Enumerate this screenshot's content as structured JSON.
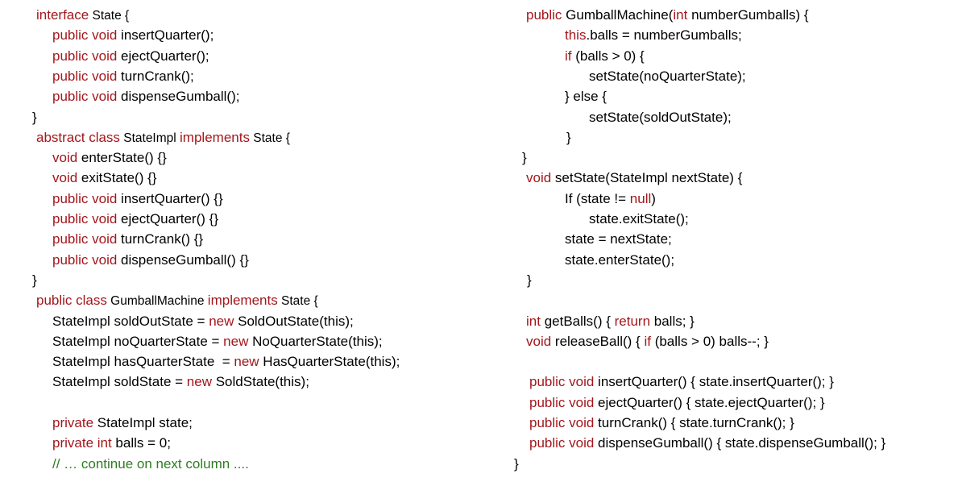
{
  "left_column": [
    [
      {
        "t": "interface",
        "c": "kw"
      },
      {
        "t": " State {",
        "c": "small"
      }
    ],
    [
      {
        "t": "public void",
        "c": "kw"
      },
      {
        "t": " insertQuarter();"
      }
    ],
    [
      {
        "t": "public void",
        "c": "kw"
      },
      {
        "t": " ejectQuarter();"
      }
    ],
    [
      {
        "t": "public void",
        "c": "kw"
      },
      {
        "t": " turnCrank();"
      }
    ],
    [
      {
        "t": "public void",
        "c": "kw"
      },
      {
        "t": " dispenseGumball();"
      }
    ],
    [
      {
        "t": "}"
      }
    ],
    [
      {
        "t": "abstract class",
        "c": "kw"
      },
      {
        "t": " StateImpl ",
        "c": "small"
      },
      {
        "t": "implements",
        "c": "kw"
      },
      {
        "t": " State {",
        "c": "small"
      }
    ],
    [
      {
        "t": "void",
        "c": "kw"
      },
      {
        "t": " enterState() {}"
      }
    ],
    [
      {
        "t": "void",
        "c": "kw"
      },
      {
        "t": " exitState() {}"
      }
    ],
    [
      {
        "t": "public void",
        "c": "kw"
      },
      {
        "t": " insertQuarter() {}"
      }
    ],
    [
      {
        "t": "public void",
        "c": "kw"
      },
      {
        "t": " ejectQuarter() {}"
      }
    ],
    [
      {
        "t": "public void",
        "c": "kw"
      },
      {
        "t": " turnCrank() {}"
      }
    ],
    [
      {
        "t": "public void",
        "c": "kw"
      },
      {
        "t": " dispenseGumball() {}"
      }
    ],
    [
      {
        "t": "}"
      }
    ],
    [
      {
        "t": "public class",
        "c": "kw"
      },
      {
        "t": " GumballMachine ",
        "c": "small"
      },
      {
        "t": "implements",
        "c": "kw"
      },
      {
        "t": " State {",
        "c": "small"
      }
    ],
    [
      {
        "t": "StateImpl soldOutState = "
      },
      {
        "t": "new",
        "c": "kw"
      },
      {
        "t": " SoldOutState(this);"
      }
    ],
    [
      {
        "t": "StateImpl noQuarterState = "
      },
      {
        "t": "new",
        "c": "kw"
      },
      {
        "t": " NoQuarterState(this);"
      }
    ],
    [
      {
        "t": "StateImpl hasQuarterState  = "
      },
      {
        "t": "new",
        "c": "kw"
      },
      {
        "t": " HasQuarterState(this);"
      }
    ],
    [
      {
        "t": "StateImpl soldState = "
      },
      {
        "t": "new",
        "c": "kw"
      },
      {
        "t": " SoldState(this);"
      }
    ],
    [],
    [
      {
        "t": "private",
        "c": "kw"
      },
      {
        "t": " StateImpl state;"
      }
    ],
    [
      {
        "t": "private int",
        "c": "kw"
      },
      {
        "t": " balls = 0;"
      }
    ],
    [
      {
        "t": "// … continue on next column ....",
        "c": "cm"
      }
    ]
  ],
  "right_column": [
    [
      {
        "t": "public",
        "c": "kw"
      },
      {
        "t": " GumballMachine("
      },
      {
        "t": "int",
        "c": "kw"
      },
      {
        "t": " numberGumballs) {"
      }
    ],
    [
      {
        "t": "this",
        "c": "kw"
      },
      {
        "t": ".balls = numberGumballs;"
      }
    ],
    [
      {
        "t": "if",
        "c": "kw"
      },
      {
        "t": " (balls > 0) {"
      }
    ],
    [
      {
        "t": "setState(noQuarterState);"
      }
    ],
    [
      {
        "t": "} else {"
      }
    ],
    [
      {
        "t": "setState(soldOutState);"
      }
    ],
    [
      {
        "t": "}"
      }
    ],
    [
      {
        "t": "}"
      }
    ],
    [
      {
        "t": "void",
        "c": "kw"
      },
      {
        "t": " setState(StateImpl nextState) {"
      }
    ],
    [
      {
        "t": "If (state != "
      },
      {
        "t": "null",
        "c": "kw"
      },
      {
        "t": ")"
      }
    ],
    [
      {
        "t": "state.exitState();"
      }
    ],
    [
      {
        "t": "state = nextState;"
      }
    ],
    [
      {
        "t": "state.enterState();"
      }
    ],
    [
      {
        "t": "}"
      }
    ],
    [],
    [
      {
        "t": "int",
        "c": "kw"
      },
      {
        "t": " getBalls() { "
      },
      {
        "t": "return",
        "c": "kw"
      },
      {
        "t": " balls; }"
      }
    ],
    [
      {
        "t": "void",
        "c": "kw"
      },
      {
        "t": " releaseBall() { "
      },
      {
        "t": "if",
        "c": "kw"
      },
      {
        "t": " (balls > 0) balls--; }"
      }
    ],
    [],
    [
      {
        "t": "public void",
        "c": "kw"
      },
      {
        "t": " insertQuarter() { state.insertQuarter(); }"
      }
    ],
    [
      {
        "t": "public void",
        "c": "kw"
      },
      {
        "t": " ejectQuarter() { state.ejectQuarter(); }"
      }
    ],
    [
      {
        "t": "public void",
        "c": "kw"
      },
      {
        "t": " turnCrank() { state.turnCrank(); }"
      }
    ],
    [
      {
        "t": "public void",
        "c": "kw"
      },
      {
        "t": " dispenseGumball() { state.dispenseGumball(); }"
      }
    ],
    [
      {
        "t": "}"
      }
    ]
  ]
}
